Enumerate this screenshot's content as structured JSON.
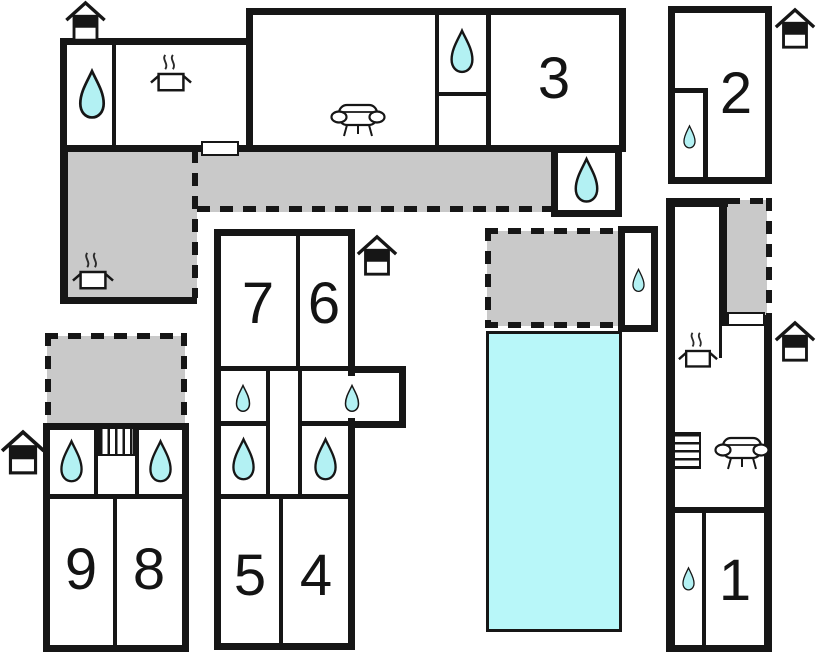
{
  "colors": {
    "wall": "#161616",
    "water": "#b3f1f3",
    "pool": "#b8f7f9",
    "terrace": "#c9c9c9",
    "background": "#ffffff"
  },
  "rooms": {
    "r1": "1",
    "r2": "2",
    "r3": "3",
    "r4": "4",
    "r5": "5",
    "r6": "6",
    "r7": "7",
    "r8": "8",
    "r9": "9"
  },
  "icons": {
    "water-drop": "bathroom water drop",
    "cooking-pot": "kitchen hob with steam",
    "sofa": "living area sofa",
    "house-entrance": "entrance marker",
    "stairs": "staircase",
    "door": "door opening",
    "pool": "swimming pool",
    "terrace": "terrace (dashed edges are open sides)"
  }
}
